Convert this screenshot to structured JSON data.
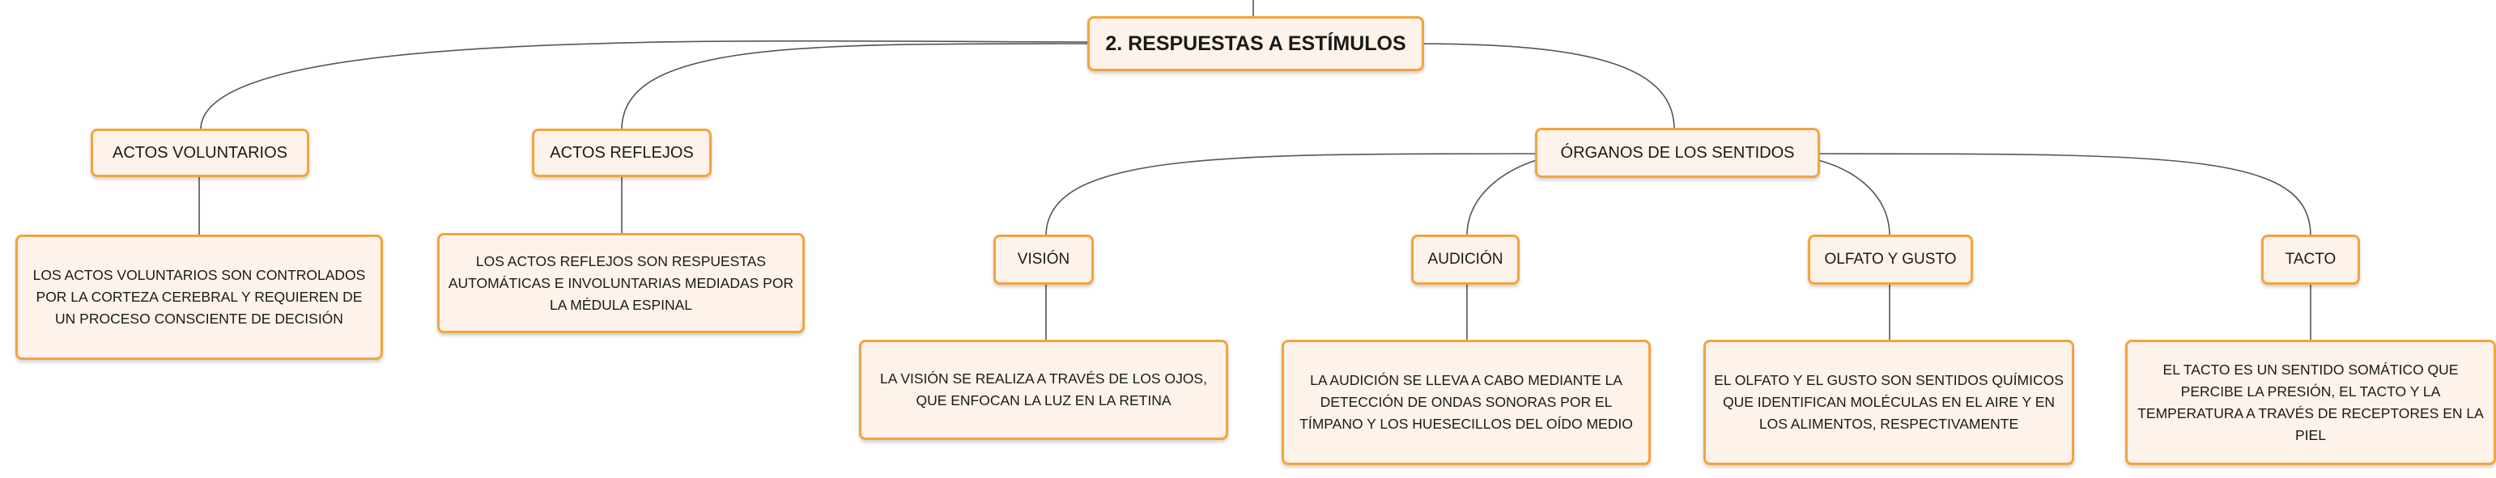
{
  "colors": {
    "node_border": "#f5a33c",
    "node_fill": "#fdf3ea",
    "connector": "#555555"
  },
  "root": {
    "label": "2. RESPUESTAS A ESTÍMULOS"
  },
  "voluntarios": {
    "label": "ACTOS VOLUNTARIOS",
    "detail": "LOS ACTOS VOLUNTARIOS SON CONTROLADOS POR LA CORTEZA CEREBRAL Y REQUIEREN DE UN PROCESO CONSCIENTE DE DECISIÓN"
  },
  "reflejos": {
    "label": "ACTOS REFLEJOS",
    "detail": "LOS ACTOS REFLEJOS SON RESPUESTAS AUTOMÁTICAS E INVOLUNTARIAS MEDIADAS POR LA MÉDULA ESPINAL"
  },
  "sentidos": {
    "label": "ÓRGANOS DE LOS SENTIDOS",
    "vision": {
      "label": "VISIÓN",
      "detail": "LA VISIÓN SE REALIZA A TRAVÉS DE LOS OJOS, QUE ENFOCAN LA LUZ EN LA RETINA"
    },
    "audicion": {
      "label": "AUDICIÓN",
      "detail": "LA AUDICIÓN SE LLEVA A CABO MEDIANTE LA DETECCIÓN DE ONDAS SONORAS POR EL TÍMPANO Y LOS HUESECILLOS DEL OÍDO MEDIO"
    },
    "olfato": {
      "label": "OLFATO Y GUSTO",
      "detail": "EL OLFATO Y EL GUSTO SON SENTIDOS QUÍMICOS QUE IDENTIFICAN MOLÉCULAS EN EL AIRE Y EN LOS ALIMENTOS, RESPECTIVAMENTE"
    },
    "tacto": {
      "label": "TACTO",
      "detail": "EL TACTO ES UN SENTIDO SOMÁTICO QUE PERCIBE LA PRESIÓN, EL TACTO Y LA TEMPERATURA A TRAVÉS DE RECEPTORES EN LA PIEL"
    }
  }
}
